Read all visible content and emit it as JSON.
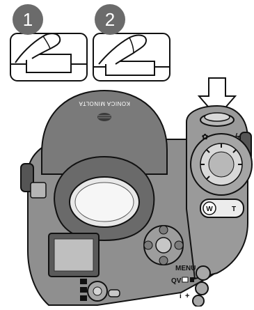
{
  "steps": [
    {
      "number": "1"
    },
    {
      "number": "2"
    }
  ],
  "camera": {
    "brand_text": "KONICA MINOLTA",
    "menu_label": "MENU",
    "qv_label": "QV",
    "info_label": "i",
    "zoom_wide": "W",
    "zoom_tele": "T"
  },
  "colors": {
    "badge": "#6b6b6b",
    "camera_body": "#8f8f8f",
    "camera_dark": "#5a5a5a",
    "line": "#111111"
  }
}
